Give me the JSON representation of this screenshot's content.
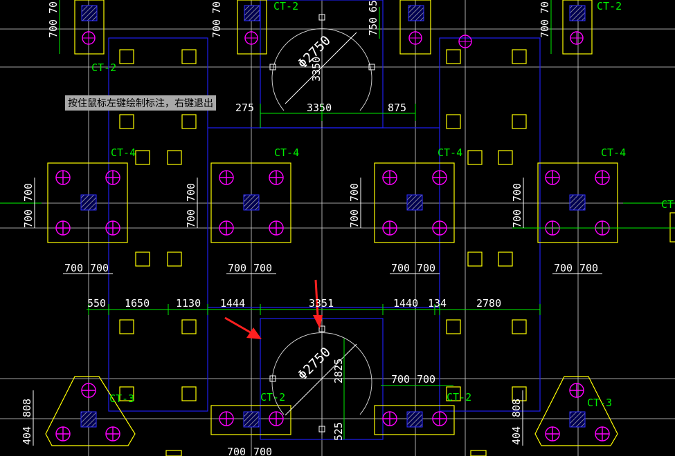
{
  "tooltip": "按住鼠标左键绘制标注，右键退出",
  "colors": {
    "background": "#000000",
    "dimension_line": "#00ff00",
    "text": "#ffffff",
    "cap_outline": "#ffff00",
    "pile": "#ff00ff",
    "cap_label": "#00ff00",
    "blue_outline": "#0000ff",
    "grid": "#ffffff",
    "arrow": "#ff0000",
    "hatch": "#0000ff"
  },
  "cap_labels": {
    "ct2_top_left": "CT-2",
    "ct2_top_mid": "CT-2",
    "ct2_top_right": "CT-2",
    "ct4_a": "CT-4",
    "ct4_b": "CT-4",
    "ct4_c": "CT-4",
    "ct4_d": "CT-4",
    "ct4_edge": "CT",
    "ct3_left": "CT-3",
    "ct3_right": "CT-3",
    "ct2_bottom_a": "CT-2",
    "ct2_bottom_b": "CT-2"
  },
  "dims": {
    "top_row": [
      "275",
      "3350",
      "875"
    ],
    "top_vert": [
      "750",
      "65"
    ],
    "top_cap_700": [
      "700",
      "70",
      "700",
      "70",
      "700",
      "70"
    ],
    "mid_row": [
      "550",
      "1650",
      "1130",
      "1444",
      "3351",
      "1440",
      "134",
      "2780"
    ],
    "cap_700": "700",
    "bottom_small": [
      "808",
      "404"
    ],
    "vertical_2825": "2825",
    "vertical_525": "525",
    "vertical_3350": "3350"
  },
  "circles": {
    "top_label": "Φ2750",
    "bottom_label": "Φ2750"
  }
}
